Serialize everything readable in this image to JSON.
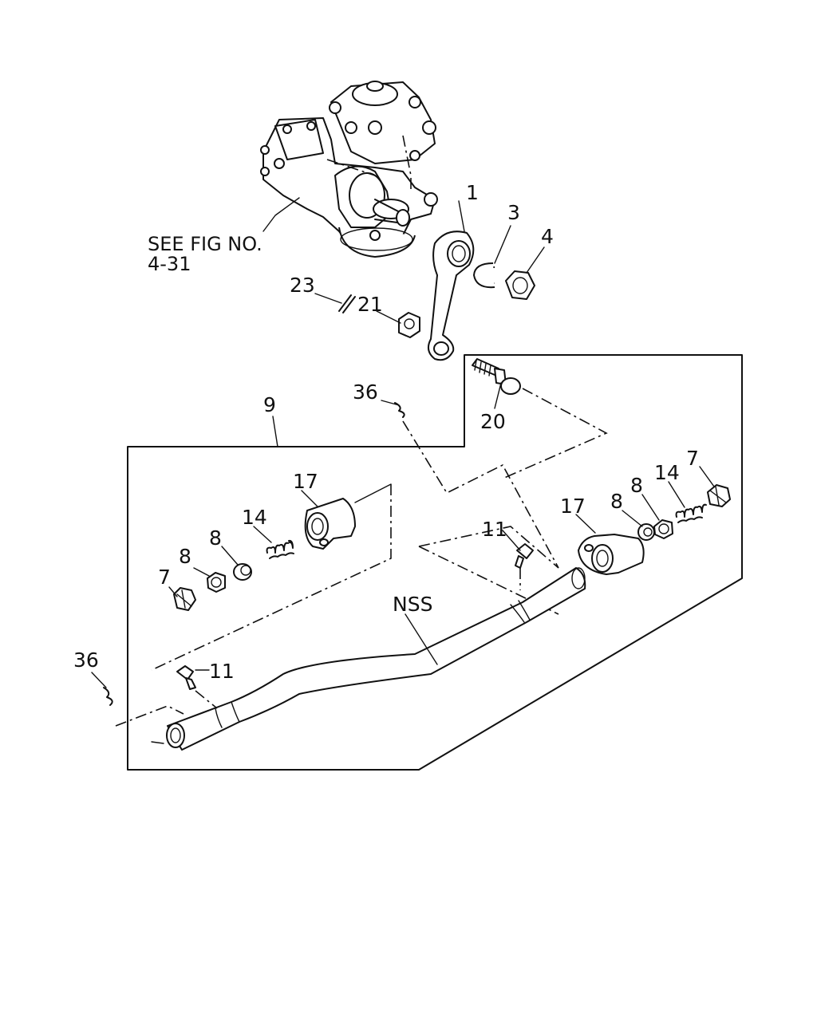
{
  "see_fig": {
    "line1": "SEE FIG NO.",
    "line2": "4-31"
  },
  "callouts": {
    "pitman_arm": "1",
    "snap_ring": "3",
    "nut_4": "4",
    "split_pin_23": "23",
    "nut_21": "21",
    "ball_stud": "20",
    "split_pin_36_top": "36",
    "relay_rod_assy": "9",
    "end_cap_left": "17",
    "spring_left": "14",
    "seat_left_inner": "8",
    "seat_left_outer": "8",
    "plug_left": "7",
    "grease_fitting_right": "11",
    "end_cap_right": "17",
    "seat_right_inner": "8",
    "seat_right_outer": "8",
    "spring_right": "14",
    "plug_right": "7",
    "tube": "NSS",
    "split_pin_36_left": "36",
    "grease_fitting_left": "11"
  }
}
